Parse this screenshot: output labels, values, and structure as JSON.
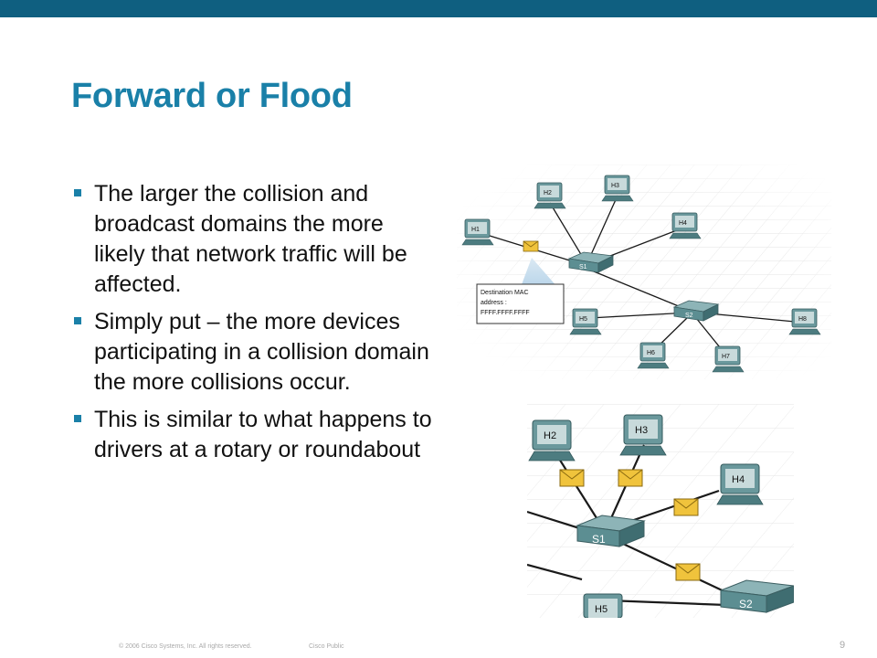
{
  "slide": {
    "title": "Forward or Flood",
    "bullets": [
      "The larger the collision and broadcast domains the more likely that network traffic will be affected.",
      "Simply put – the more devices participating in a collision domain the more collisions occur.",
      "This is similar to what happens to drivers at a rotary or roundabout"
    ]
  },
  "diagram_top": {
    "hosts": [
      "H1",
      "H2",
      "H3",
      "H4",
      "H5",
      "H6",
      "H7",
      "H8"
    ],
    "switches": [
      "S1",
      "S2"
    ],
    "callout": {
      "line1": "Destination MAC",
      "line2": "address :",
      "line3": "FFFF.FFFF.FFFF"
    }
  },
  "diagram_bottom": {
    "hosts": [
      "H2",
      "H3",
      "H4",
      "H5"
    ],
    "switches": [
      "S1",
      "S2"
    ]
  },
  "footer": {
    "copyright": "© 2006 Cisco Systems, Inc. All rights reserved.",
    "classification": "Cisco Public",
    "page": "9"
  },
  "colors": {
    "top_bar": "#0f5f80",
    "title": "#1a80a8",
    "bullet": "#1a80a8",
    "device": "#5c8e92",
    "envelope": "#f0c33c"
  }
}
